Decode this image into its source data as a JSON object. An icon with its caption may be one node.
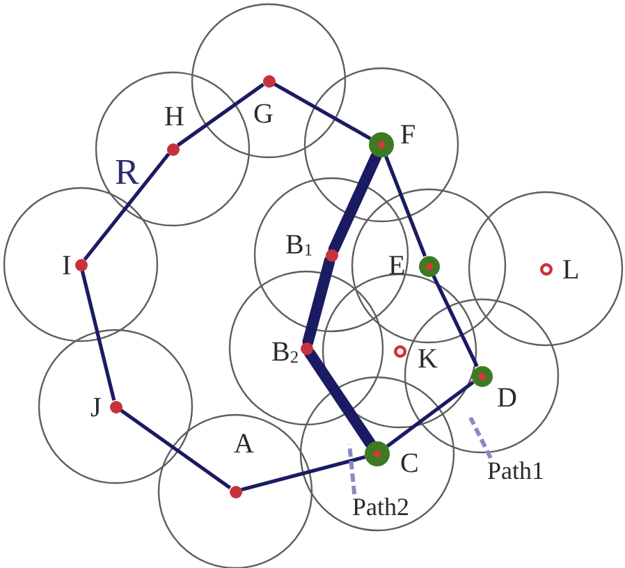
{
  "diagram": {
    "nodes": [
      {
        "text": [],
        "shape": "circle",
        "beside": [
          "H"
        ]
      },
      {
        "text": [],
        "shape": "circle",
        "beside": [
          "G"
        ]
      },
      {
        "text": [],
        "shape": "circle",
        "beside": [
          "F"
        ]
      },
      {
        "text": [],
        "shape": "circle",
        "beside": [
          "B$_{1}$"
        ]
      },
      {
        "text": [],
        "shape": "circle",
        "beside": [
          "E"
        ]
      },
      {
        "text": [],
        "shape": "circle",
        "beside": [
          "L"
        ]
      },
      {
        "text": [],
        "shape": "circle",
        "beside": [
          "I"
        ]
      },
      {
        "text": [],
        "shape": "circle",
        "beside": [
          "B$_{2}$"
        ]
      },
      {
        "text": [],
        "shape": "circle",
        "beside": [
          "K"
        ]
      },
      {
        "text": [],
        "shape": "circle",
        "beside": [
          "D"
        ]
      },
      {
        "text": [],
        "shape": "circle",
        "beside": [
          "J"
        ]
      },
      {
        "text": [],
        "shape": "circle",
        "beside": [
          "A"
        ]
      },
      {
        "text": [],
        "shape": "circle",
        "beside": [
          "C"
        ]
      },
      {
        "text": [
          "Path1"
        ]
      },
      {
        "text": [
          "Path2"
        ]
      }
    ],
    "edges": [
      {
        "from": 11,
        "to": 10,
        "arrow": "none"
      },
      {
        "from": 10,
        "to": 6,
        "arrow": "none"
      },
      {
        "from": 6,
        "to": 0,
        "arrow": "none"
      },
      {
        "from": 0,
        "to": 1,
        "arrow": "none"
      },
      {
        "from": 1,
        "to": 2,
        "arrow": "none"
      },
      {
        "from": 2,
        "to": 4,
        "arrow": "none"
      },
      {
        "from": 4,
        "to": 9,
        "arrow": "none"
      },
      {
        "from": 9,
        "to": 12,
        "arrow": "none"
      },
      {
        "from": 12,
        "to": 11,
        "arrow": "none"
      },
      {
        "from": 2,
        "to": 3,
        "arrow": "none",
        "style": "thick"
      },
      {
        "from": 3,
        "to": 7,
        "arrow": "none",
        "style": "thick"
      },
      {
        "from": 7,
        "to": 12,
        "arrow": "none",
        "style": "thick"
      },
      {
        "from": 13,
        "to": null,
        "arrow": "none",
        "style": "dashed",
        "color": "#8a8ac4"
      },
      {
        "from": 14,
        "to": null,
        "arrow": "none",
        "style": "dashed",
        "color": "#8a8ac4"
      }
    ],
    "labels": [
      "R"
    ]
  }
}
